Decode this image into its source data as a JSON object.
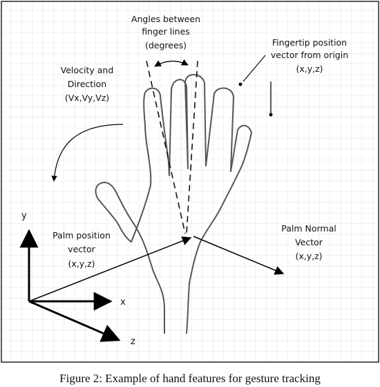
{
  "labels": {
    "angles": [
      "Angles between",
      "finger lines",
      "(degrees)"
    ],
    "fingertip": [
      "Fingertip position",
      "vector from origin",
      "(x,y,z)"
    ],
    "velocity": [
      "Velocity and",
      "Direction",
      "(Vx,Vy,Vz)"
    ],
    "palm_position": [
      "Palm position",
      "vector",
      "(x,y,z)"
    ],
    "palm_normal": [
      "Palm Normal",
      "Vector",
      "(x,y,z)"
    ],
    "axis_y": "y",
    "axis_x": "x",
    "axis_z": "z"
  },
  "caption": "Figure 2: Example of hand features for gesture tracking"
}
